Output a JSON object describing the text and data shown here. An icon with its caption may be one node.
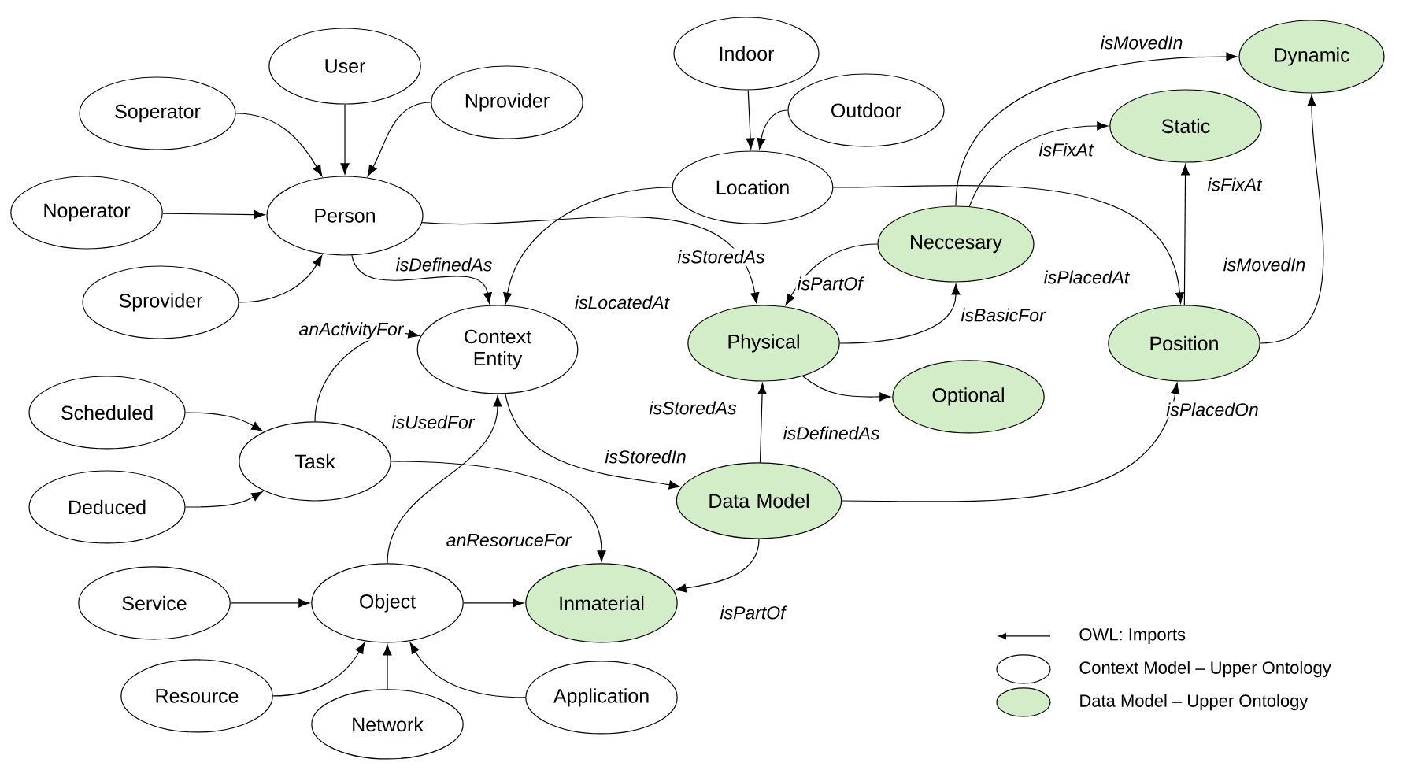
{
  "diagram": {
    "nodes": [
      {
        "text": [
          "User"
        ]
      },
      {
        "text": [
          "Soperator"
        ]
      },
      {
        "text": [
          "Nprovider"
        ]
      },
      {
        "text": [
          "Noperator"
        ]
      },
      {
        "text": [
          "Person"
        ]
      },
      {
        "text": [
          "Sprovider"
        ]
      },
      {
        "text": [
          "Indoor"
        ]
      },
      {
        "text": [
          "Outdoor"
        ]
      },
      {
        "text": [
          "Location"
        ]
      },
      {
        "text": [
          "Context Entity"
        ]
      },
      {
        "text": [
          "Scheduled"
        ]
      },
      {
        "text": [
          "Task"
        ]
      },
      {
        "text": [
          "Deduced"
        ]
      },
      {
        "text": [
          "Service"
        ]
      },
      {
        "text": [
          "Object"
        ]
      },
      {
        "text": [
          "Inmaterial"
        ]
      },
      {
        "text": [
          "Resource"
        ]
      },
      {
        "text": [
          "Network"
        ]
      },
      {
        "text": [
          "Application"
        ]
      },
      {
        "text": [
          "Neccesary"
        ]
      },
      {
        "text": [
          "Physical"
        ]
      },
      {
        "text": [
          "Optional"
        ]
      },
      {
        "text": [
          "Data Model"
        ]
      },
      {
        "text": [
          "Dynamic"
        ]
      },
      {
        "text": [
          "Static"
        ]
      },
      {
        "text": [
          "Position"
        ]
      }
    ],
    "edges": [
      {
        "from": 0,
        "to": 4,
        "arrow": "to"
      },
      {
        "from": 1,
        "to": 4,
        "arrow": "to"
      },
      {
        "from": 2,
        "to": 4,
        "arrow": "to"
      },
      {
        "from": 3,
        "to": 4,
        "arrow": "to"
      },
      {
        "from": 5,
        "to": 4,
        "arrow": "to"
      },
      {
        "from": 4,
        "to": 9,
        "arrow": "to",
        "label": "isDefinedAs"
      },
      {
        "from": 4,
        "to": 20,
        "arrow": "to",
        "label": "isStoredAs"
      },
      {
        "from": 6,
        "to": 8,
        "arrow": "to"
      },
      {
        "from": 7,
        "to": 8,
        "arrow": "to"
      },
      {
        "from": 8,
        "to": 9,
        "arrow": "to",
        "label": "isLocatedAt"
      },
      {
        "from": 8,
        "to": 25,
        "arrow": "to",
        "label": "isPlacedAt"
      },
      {
        "from": 11,
        "to": 9,
        "arrow": "to",
        "label": "anActivityFor"
      },
      {
        "from": 10,
        "to": 11,
        "arrow": "to"
      },
      {
        "from": 12,
        "to": 11,
        "arrow": "to"
      },
      {
        "from": 14,
        "to": 9,
        "arrow": "to",
        "label": "isUsedFor"
      },
      {
        "from": 11,
        "to": 15,
        "arrow": "to",
        "label": "anResoruceFor"
      },
      {
        "from": 9,
        "to": 22,
        "arrow": "to",
        "label": "isStoredIn"
      },
      {
        "from": 13,
        "to": 14,
        "arrow": "to"
      },
      {
        "from": 16,
        "to": 14,
        "arrow": "to"
      },
      {
        "from": 17,
        "to": 14,
        "arrow": "to"
      },
      {
        "from": 18,
        "to": 14,
        "arrow": "to"
      },
      {
        "from": 14,
        "to": 15,
        "arrow": "to"
      },
      {
        "from": 22,
        "to": 15,
        "arrow": "to",
        "label": "isPartOf"
      },
      {
        "from": 22,
        "to": 20,
        "arrow": "to",
        "label": "isStoredAs"
      },
      {
        "from": 20,
        "to": 21,
        "arrow": "to",
        "label": "isDefinedAs"
      },
      {
        "from": 19,
        "to": 20,
        "arrow": "to",
        "label": "isPartOf"
      },
      {
        "from": 20,
        "to": 19,
        "arrow": "to",
        "label": "isBasicFor"
      },
      {
        "from": 19,
        "to": 23,
        "arrow": "to",
        "label": "isMovedIn"
      },
      {
        "from": 19,
        "to": 24,
        "arrow": "to",
        "label": "isFixAt"
      },
      {
        "from": 25,
        "to": 24,
        "arrow": "to",
        "label": "isFixAt"
      },
      {
        "from": 25,
        "to": 23,
        "arrow": "to",
        "label": "isMovedIn"
      },
      {
        "from": 22,
        "to": 25,
        "arrow": "to",
        "label": "isPlacedOn"
      }
    ],
    "legend": [
      {
        "text": "OWL: Imports"
      },
      {
        "text": "Context Model – Upper Ontology"
      },
      {
        "text": "Data Model – Upper Ontology",
        "color": "#d4edc9"
      }
    ]
  }
}
